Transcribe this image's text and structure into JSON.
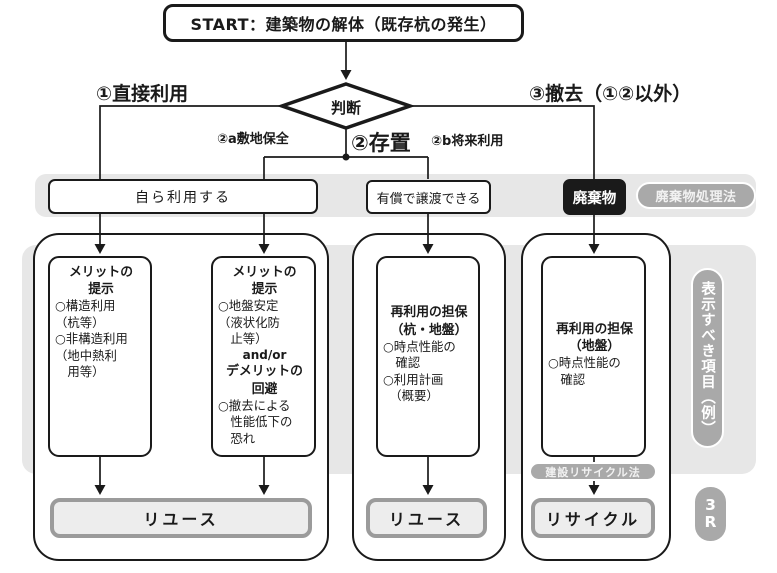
{
  "flow": {
    "start_label": "START：建築物の解体（既存杭の発生）",
    "decision_label": "判断",
    "branch1_label": "①直接利用",
    "branch2_label": "②存置",
    "branch2a_label": "②a敷地保全",
    "branch2b_label": "②b将来利用",
    "branch3_label": "③撤去（①②以外）"
  },
  "middle_row": {
    "self_use": "自ら利用する",
    "paid_transfer": "有償で譲渡できる",
    "waste": "廃棄物",
    "waste_law": "廃棄物処理法"
  },
  "detail_boxes": {
    "box1": {
      "title": "メリットの\n提示",
      "body": "○構造利用\n（杭等）\n○非構造利用\n（地中熱利\n　用等）"
    },
    "box2": {
      "title": "メリットの\n提示",
      "body1": "○地盤安定\n（液状化防\n　止等）",
      "connector": "and/or",
      "title2": "デメリットの\n回避",
      "body2": "○撤去による\n　性能低下の\n　恐れ"
    },
    "box3": {
      "title": "再利用の担保\n（杭・地盤）",
      "body": "○時点性能の\n　確認\n○利用計画\n　（概要）"
    },
    "box4": {
      "title": "再利用の担保\n（地盤）",
      "body": "○時点性能の\n　確認"
    }
  },
  "outcomes": {
    "reuse1": "リユース",
    "reuse2": "リユース",
    "recycle": "リサイクル",
    "recycle_law": "建設リサイクル法"
  },
  "side": {
    "display_items": "表示すべき項目（例）",
    "badge_line1": "3",
    "badge_line2": "R"
  },
  "colors": {
    "line": "#1a1a1a",
    "band": "#e7e7e7",
    "pill_gray": "#a9a9a9",
    "outcome_border": "#9b9b9b",
    "outcome_bg": "#ededed",
    "waste_bg": "#1a1a1a"
  }
}
